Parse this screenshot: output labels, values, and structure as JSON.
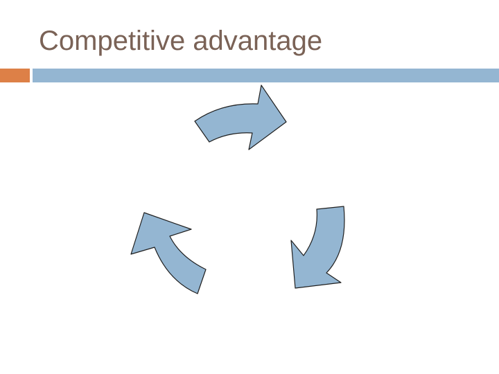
{
  "slide": {
    "title": "Competitive advantage"
  },
  "theme": {
    "title_color": "#7a6256",
    "accent_orange": "#dd8047",
    "accent_blue": "#94b6d2",
    "arrow_fill": "#94b6d2",
    "arrow_stroke": "#1f1f1f"
  },
  "diagram": {
    "type": "cycle",
    "arrows": [
      {
        "name": "top",
        "direction": "clockwise",
        "icon": "curved-arrow-icon"
      },
      {
        "name": "bottom-right",
        "direction": "clockwise",
        "icon": "curved-arrow-icon"
      },
      {
        "name": "bottom-left",
        "direction": "clockwise",
        "icon": "curved-arrow-icon"
      }
    ]
  }
}
